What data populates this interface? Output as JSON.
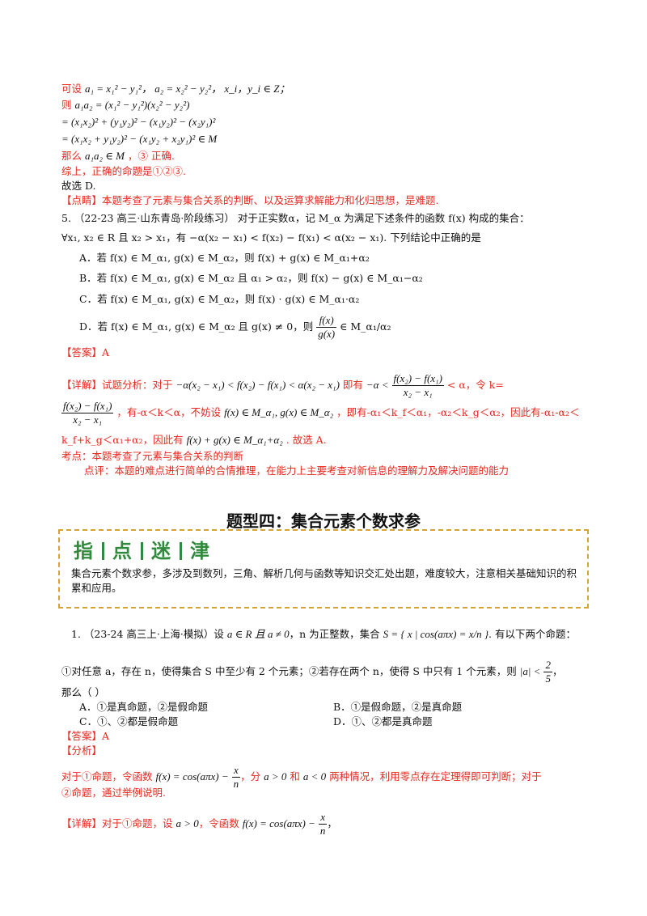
{
  "top": {
    "l1_red": "可设",
    "l1_math": "a₁ = x₁² − y₁²，  a₂ = x₂² − y₂²，  x_i，y_i ∈ Z；",
    "l2_red": "则",
    "l2_math": "a₁a₂ = (x₁² − y₁²)(x₂² − y₂²)",
    "l3_math": "= (x₁x₂)² + (y₁y₂)² − (x₁y₂)² − (x₂y₁)²",
    "l4_math": "= (x₁x₂ + y₁y₂)² − (x₁y₂ + x₂y₁)² ∈ M",
    "l5_red": "那么",
    "l5_math": "a₁a₂ ∈ M",
    "l5_tail": "，③ 正确.",
    "l6": "综上，正确的命题是①②③.",
    "l7": "故选 D.",
    "l8_tag": "【点睛】",
    "l8_text": "本题考查了元素与集合关系的判断、以及运算求解能力和化归思想，是难题."
  },
  "q5": {
    "num": "5.",
    "src": "（22-23 高三·山东青岛·阶段练习）",
    "stem1": "对于正实数α，记 M_α 为满足下述条件的函数 f(x) 构成的集合：",
    "stem2": "∀x₁, x₂ ∈ R 且 x₂ > x₁，有 −α(x₂ − x₁) < f(x₂) − f(x₁) < α(x₂ − x₁). 下列结论中正确的是",
    "A": "A．若 f(x) ∈ M_α₁, g(x) ∈ M_α₂，则 f(x) + g(x) ∈ M_α₁+α₂",
    "B": "B．若 f(x) ∈ M_α₁, g(x) ∈ M_α₂ 且 α₁ > α₂，则 f(x) − g(x) ∈ M_α₁−α₂",
    "C": "C．若 f(x) ∈ M_α₁, g(x) ∈ M_α₂，则 f(x) · g(x) ∈ M_α₁·α₂",
    "D_pre": "D．若 f(x) ∈ M_α₁, g(x) ∈ M_α₂ 且 g(x) ≠ 0，则",
    "D_num": "f(x)",
    "D_den": "g(x)",
    "D_post": "∈ M_α₁/α₂",
    "answer": "【答案】A",
    "det1_tag": "【详解】",
    "det1_a": "试题分析：对于",
    "det1_math": "−α(x₂ − x₁) < f(x₂) − f(x₁) < α(x₂ − x₁)",
    "det1_b": "即有",
    "det1_c": "−α <",
    "det1_num": "f(x₂) − f(x₁)",
    "det1_den": "x₂ − x₁",
    "det1_d": "< α，令 k=",
    "det2_num": "f(x₂) − f(x₁)",
    "det2_den": "x₂ − x₁",
    "det2_a": "，有-α＜k＜α，不妨设",
    "det2_math": "f(x) ∈ M_α₁, g(x) ∈ M_α₂",
    "det2_b": "，即有-α₁＜k_f＜α₁，-α₂＜k_g＜α₂，因此有-α₁-α₂＜",
    "det3_a": "k_f+k_g＜α₁+α₂，因此有",
    "det3_math": "f(x) + g(x) ∈ M_α₁+α₂",
    "det3_b": ". 故选 A.",
    "kd": "考点：本题考查了元素与集合关系的判断",
    "dp": "点评：本题的难点进行简单的合情推理，在能力上主要考查对新信息的理解力及解决问题的能力"
  },
  "section": {
    "title": "题型四：集合元素个数求参",
    "tip_chars": [
      "指",
      "点",
      "迷",
      "津"
    ],
    "tip_text": "集合元素个数求参，多涉及到数列，三角、解析几何与函数等知识交汇处出题，难度较大，注意相关基础知识的积累和应用。"
  },
  "q1": {
    "num": "1.",
    "src": "（23-24 高三上·上海·模拟）设",
    "s1": "a ∈ R 且 a ≠ 0",
    "s2": "，n 为正整数，集合",
    "s3": "S = { x | cos(aπx) = x/n }",
    "s4": ". 有以下两个命题：",
    "p1": "①对任意 a，存在 n，使得集合 S 中至少有 2 个元素；②若存在两个 n，使得 S 中只有 1 个元素，则",
    "p1_math": "|a| <",
    "p1_num": "2",
    "p1_den": "5",
    "p1_end": "，",
    "ask": "那么（    ）",
    "A": "A．①是真命题，②是假命题",
    "B": "B．①是假命题，②是真命题",
    "C": "C．①、②都是假命题",
    "D": "D．①、②都是真命题",
    "answer": "【答案】A",
    "analysis_tag": "【分析】",
    "an1_a": "对于①命题，令函数",
    "an1_math": "f(x) = cos(aπx) −",
    "an1_num": "x",
    "an1_den": "n",
    "an1_b": "，分",
    "an1_c": "a > 0",
    "an1_d": "和",
    "an1_e": "a < 0",
    "an1_f": "两种情况，利用零点存在定理得即可判断；对于",
    "an2": "②命题，通过举例说明.",
    "det_tag": "【详解】",
    "det_a": "对于①命题，设",
    "det_b": "a > 0",
    "det_c": "，令函数",
    "det_math": "f(x) = cos(aπx) −",
    "det_num": "x",
    "det_den": "n",
    "det_end": "，"
  },
  "colors": {
    "red": "#e8281f",
    "green": "#2f8a3b",
    "border": "#d9a233"
  }
}
